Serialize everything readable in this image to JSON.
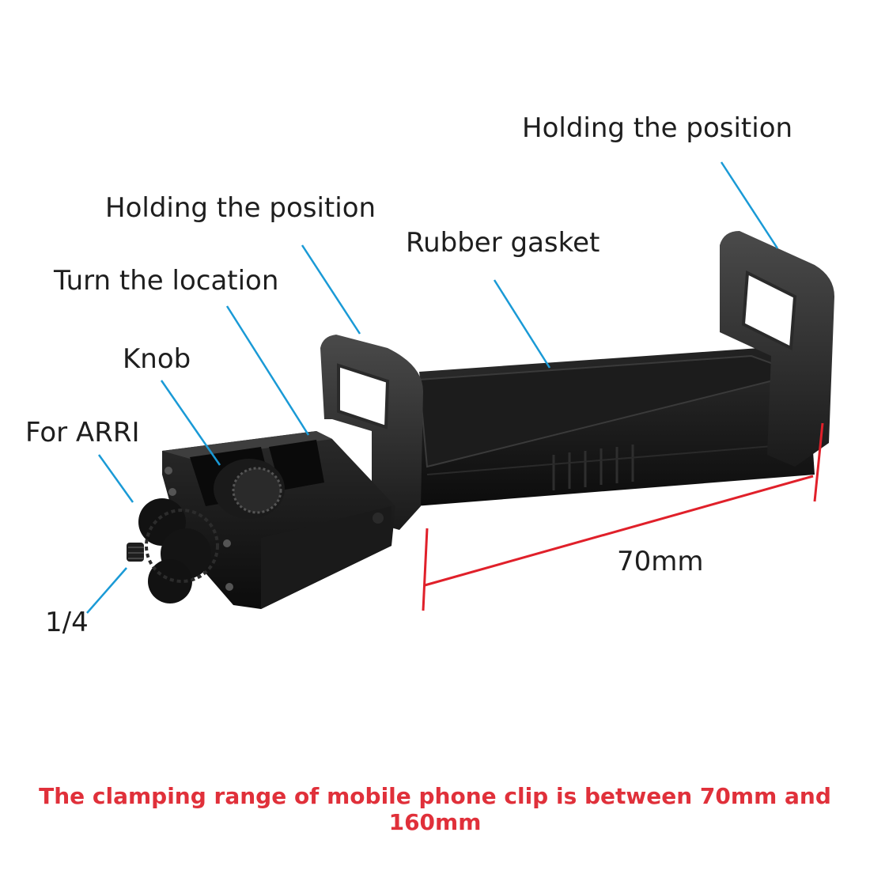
{
  "labels": {
    "holding_position_right": "Holding the position",
    "holding_position_left": "Holding the position",
    "rubber_gasket": "Rubber gasket",
    "turn_location": "Turn the location",
    "knob": "Knob",
    "for_arri": "For ARRI",
    "quarter_inch": "1/4",
    "dimension": "70mm"
  },
  "footer": {
    "note": "The clamping range of mobile phone clip is between 70mm and 160mm"
  },
  "colors": {
    "callout_line": "#1a9ad6",
    "dimension_line": "#e0202a",
    "footer_text": "#e0303a",
    "product_body": "#141414",
    "product_highlight": "#3a3a3a"
  },
  "icons": {
    "product": "phone-clip-mount-photo"
  }
}
